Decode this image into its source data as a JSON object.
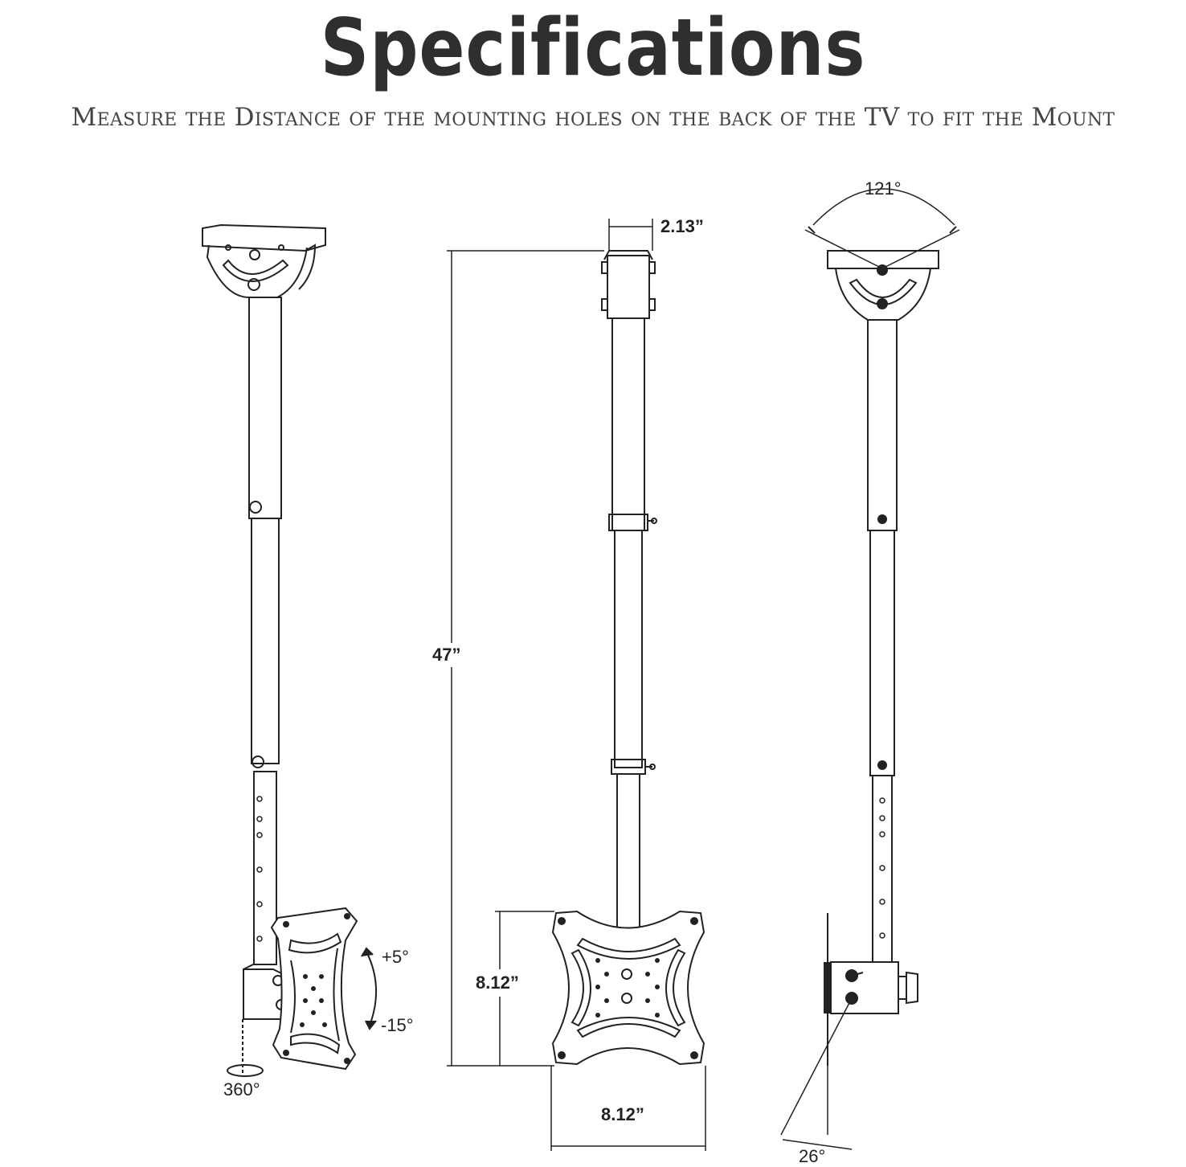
{
  "header": {
    "title": "Specifications",
    "subtitle": "Measure the Distance of the mounting holes on the back of the TV to fit the Mount"
  },
  "diagrams": {
    "perspective_view": {
      "tilt_up_label": "+5°",
      "tilt_down_label": "-15°",
      "swivel_label": "360°"
    },
    "front_view": {
      "top_width_label": "2.13”",
      "height_label": "47”",
      "plate_height_label": "8.12”",
      "plate_width_label": "8.12”"
    },
    "side_view": {
      "ceiling_angle_label": "121°",
      "tilt_angle_label": "26°"
    }
  }
}
